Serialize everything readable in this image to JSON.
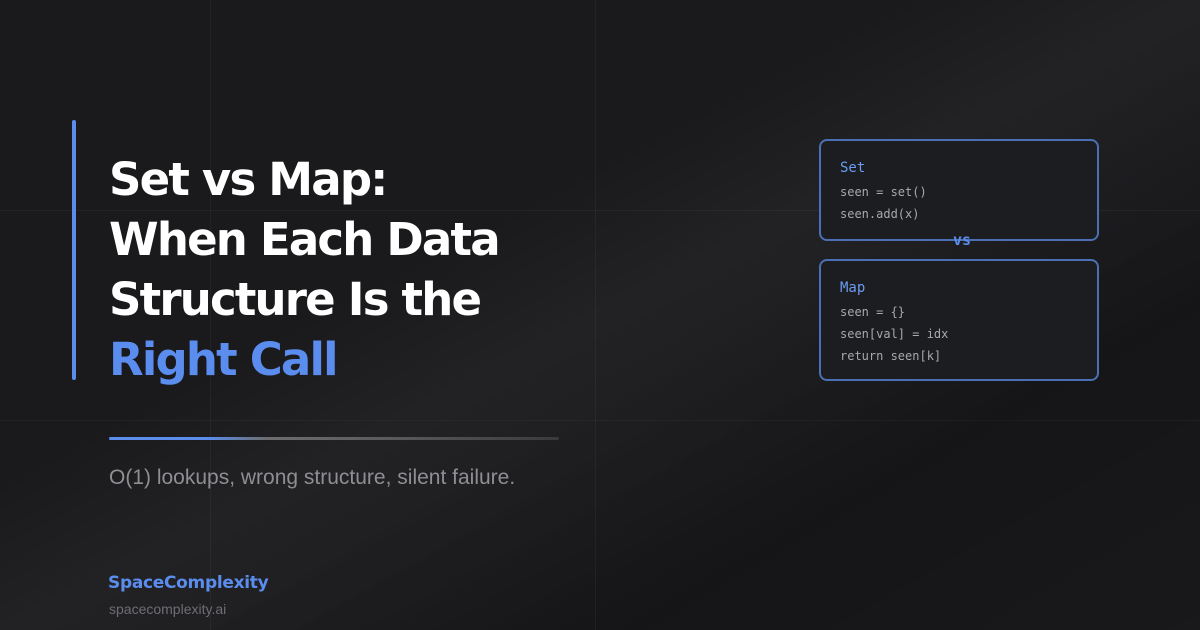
{
  "headline": {
    "line1": "Set vs Map:",
    "line2": "When Each Data",
    "line3": "Structure Is the",
    "line4": "Right Call"
  },
  "subtitle": "O(1) lookups, wrong structure, silent failure.",
  "brand": {
    "name": "SpaceComplexity",
    "url": "spacecomplexity.ai"
  },
  "cards": {
    "set": {
      "title": "Set",
      "lines": [
        "seen = set()",
        "seen.add(x)"
      ]
    },
    "vs": "vs",
    "map": {
      "title": "Map",
      "lines": [
        "seen = {}",
        "seen[val] = idx",
        "return seen[k]"
      ]
    }
  },
  "colors": {
    "background": "#1a1a1d",
    "accent": "#5b8def",
    "title_text": "#ffffff",
    "muted_text": "#8e8e93",
    "card_border": "#4a6fb3"
  }
}
